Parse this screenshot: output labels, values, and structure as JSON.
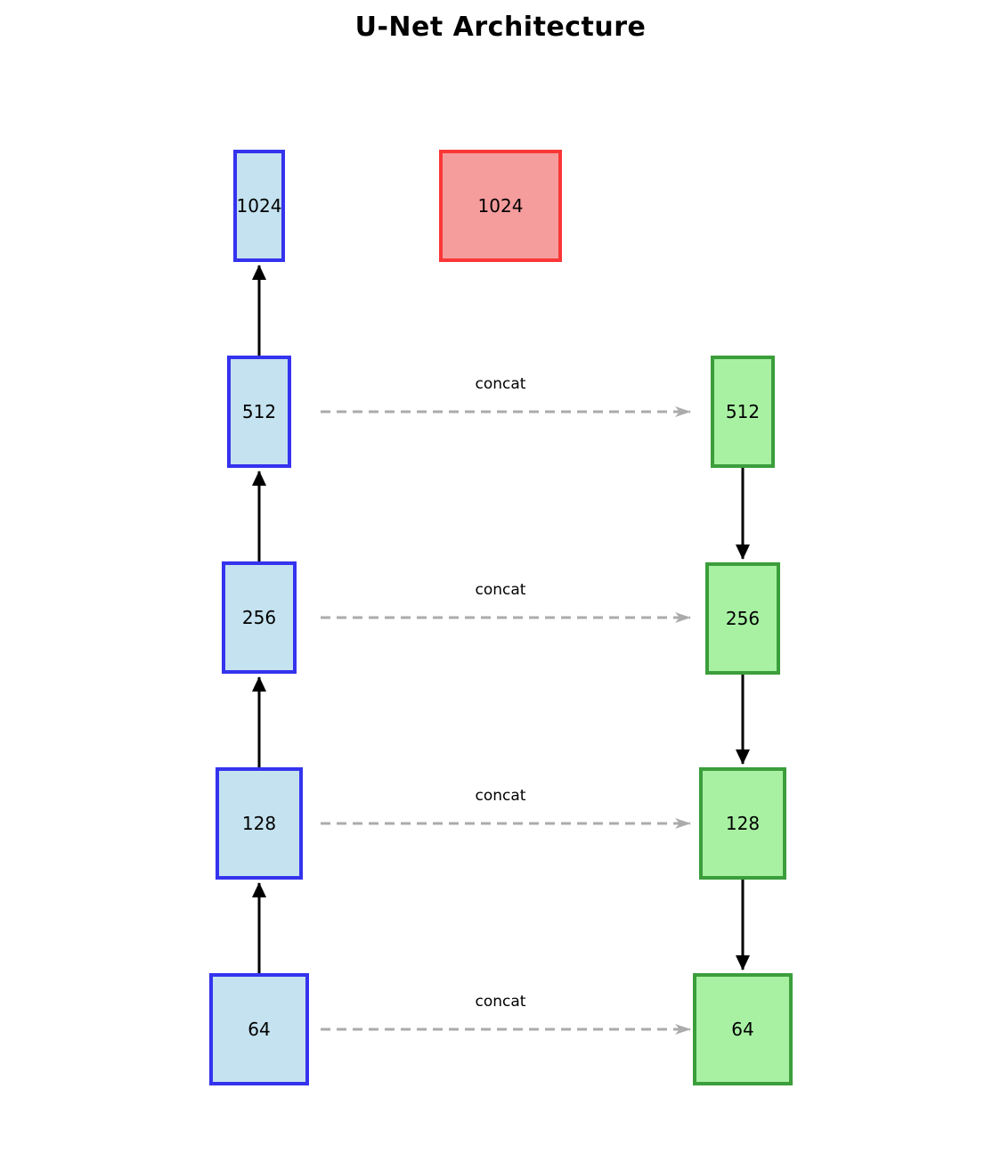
{
  "title": "U-Net Architecture",
  "encoder": {
    "boxes": [
      {
        "label": "1024"
      },
      {
        "label": "512"
      },
      {
        "label": "256"
      },
      {
        "label": "128"
      },
      {
        "label": "64"
      }
    ]
  },
  "bottleneck": {
    "label": "1024"
  },
  "decoder": {
    "boxes": [
      {
        "label": "512"
      },
      {
        "label": "256"
      },
      {
        "label": "128"
      },
      {
        "label": "64"
      }
    ]
  },
  "skip_connections": [
    {
      "label": "concat"
    },
    {
      "label": "concat"
    },
    {
      "label": "concat"
    },
    {
      "label": "concat"
    }
  ],
  "colors": {
    "background": "#FFFFFF",
    "text": "#000000",
    "encoder_border": "#3533EE",
    "encoder_fill": "#C4E2EF",
    "decoder_border": "#3B9E3B",
    "decoder_fill": "#A8F1A3",
    "bottleneck_border": "#FA3737",
    "bottleneck_fill": "#F59C9C",
    "solid_arrow": "#000000",
    "dashed_arrow": "#ABABAB"
  }
}
